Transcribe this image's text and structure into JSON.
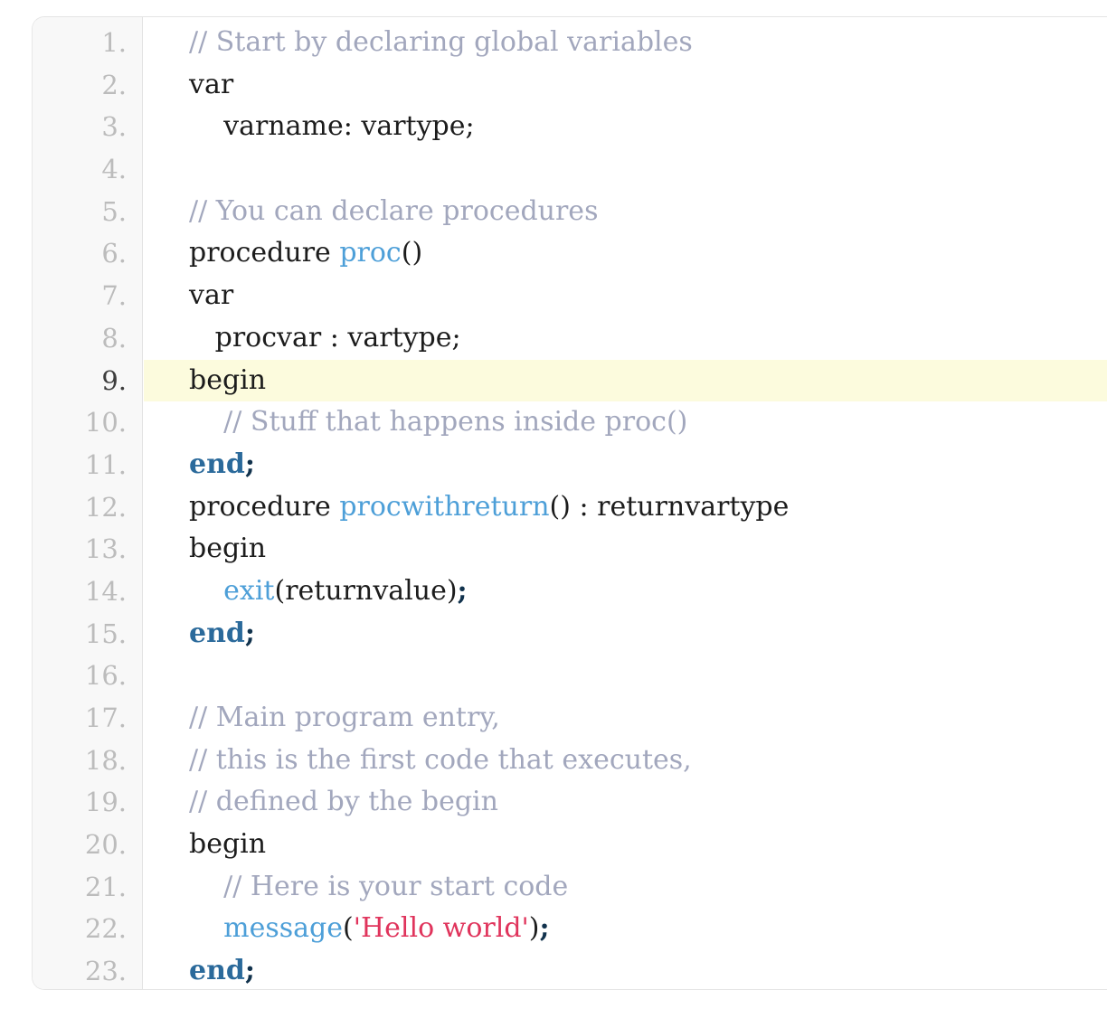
{
  "editor": {
    "language": "pascal",
    "active_line": 9,
    "colors": {
      "comment": "#a2a7bd",
      "function": "#4d9fd8",
      "string": "#e0345c",
      "keyword": "#2b6a9b",
      "punctuation": "#11324d",
      "plain_text": "#1c1c1c",
      "gutter_background": "#f8f8f8",
      "line_number": "#bcbcbc",
      "active_line_number": "#3d3d3d",
      "active_line_background": "#fcfbdd",
      "editor_background": "#ffffff",
      "border": "#e4e4e4"
    },
    "lines": [
      {
        "number": "1.",
        "text": "// Start by declaring global variables"
      },
      {
        "number": "2.",
        "text": "var"
      },
      {
        "number": "3.",
        "text": "    varname: vartype;"
      },
      {
        "number": "4.",
        "text": ""
      },
      {
        "number": "5.",
        "text": "// You can declare procedures"
      },
      {
        "number": "6.",
        "text": "procedure proc()"
      },
      {
        "number": "7.",
        "text": "var"
      },
      {
        "number": "8.",
        "text": "   procvar : vartype;"
      },
      {
        "number": "9.",
        "text": "begin"
      },
      {
        "number": "10.",
        "text": "    // Stuff that happens inside proc()"
      },
      {
        "number": "11.",
        "text": "end;"
      },
      {
        "number": "12.",
        "text": "procedure procwithreturn() : returnvartype"
      },
      {
        "number": "13.",
        "text": "begin"
      },
      {
        "number": "14.",
        "text": "    exit(returnvalue);"
      },
      {
        "number": "15.",
        "text": "end;"
      },
      {
        "number": "16.",
        "text": ""
      },
      {
        "number": "17.",
        "text": "// Main program entry,"
      },
      {
        "number": "18.",
        "text": "// this is the first code that executes,"
      },
      {
        "number": "19.",
        "text": "// defined by the begin"
      },
      {
        "number": "20.",
        "text": "begin"
      },
      {
        "number": "21.",
        "text": "    // Here is your start code"
      },
      {
        "number": "22.",
        "text": "    message('Hello world');"
      },
      {
        "number": "23.",
        "text": "end;"
      }
    ],
    "tokens": [
      [
        {
          "t": "// Start by declaring global variables",
          "c": "comment"
        }
      ],
      [
        {
          "t": "var",
          "c": "plain"
        }
      ],
      [
        {
          "t": "    varname: vartype;",
          "c": "plain"
        }
      ],
      [
        {
          "t": "",
          "c": "plain"
        }
      ],
      [
        {
          "t": "// You can declare procedures",
          "c": "comment"
        }
      ],
      [
        {
          "t": "procedure ",
          "c": "plain"
        },
        {
          "t": "proc",
          "c": "func"
        },
        {
          "t": "()",
          "c": "plain"
        }
      ],
      [
        {
          "t": "var",
          "c": "plain"
        }
      ],
      [
        {
          "t": "   procvar : vartype;",
          "c": "plain"
        }
      ],
      [
        {
          "t": "begin",
          "c": "plain"
        }
      ],
      [
        {
          "t": "    // Stuff that happens inside proc()",
          "c": "comment"
        }
      ],
      [
        {
          "t": "end",
          "c": "keyword"
        },
        {
          "t": ";",
          "c": "punct"
        }
      ],
      [
        {
          "t": "procedure ",
          "c": "plain"
        },
        {
          "t": "procwithreturn",
          "c": "func"
        },
        {
          "t": "() : returnvartype",
          "c": "plain"
        }
      ],
      [
        {
          "t": "begin",
          "c": "plain"
        }
      ],
      [
        {
          "t": "    ",
          "c": "plain"
        },
        {
          "t": "exit",
          "c": "func"
        },
        {
          "t": "(returnvalue)",
          "c": "plain"
        },
        {
          "t": ";",
          "c": "punct"
        }
      ],
      [
        {
          "t": "end",
          "c": "keyword"
        },
        {
          "t": ";",
          "c": "punct"
        }
      ],
      [
        {
          "t": "",
          "c": "plain"
        }
      ],
      [
        {
          "t": "// Main program entry,",
          "c": "comment"
        }
      ],
      [
        {
          "t": "// this is the first code that executes,",
          "c": "comment"
        }
      ],
      [
        {
          "t": "// defined by the begin",
          "c": "comment"
        }
      ],
      [
        {
          "t": "begin",
          "c": "plain"
        }
      ],
      [
        {
          "t": "    // Here is your start code",
          "c": "comment"
        }
      ],
      [
        {
          "t": "    ",
          "c": "plain"
        },
        {
          "t": "message",
          "c": "func"
        },
        {
          "t": "(",
          "c": "plain"
        },
        {
          "t": "'Hello world'",
          "c": "string"
        },
        {
          "t": ")",
          "c": "plain"
        },
        {
          "t": ";",
          "c": "punct"
        }
      ],
      [
        {
          "t": "end",
          "c": "keyword"
        },
        {
          "t": ";",
          "c": "punct"
        }
      ]
    ]
  }
}
